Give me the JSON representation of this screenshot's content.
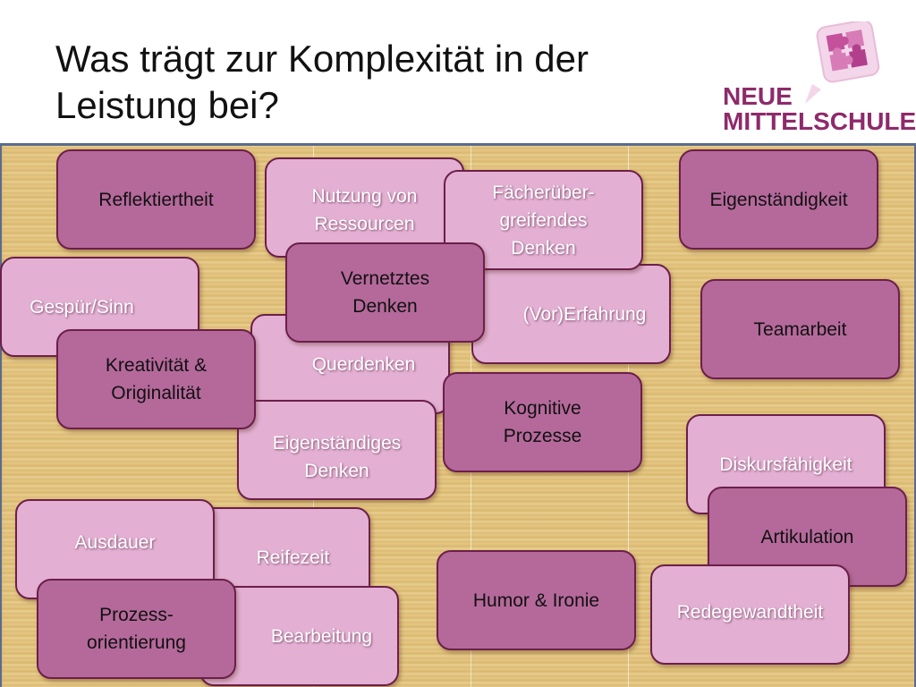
{
  "slide": {
    "title": "Was trägt zur Komplexität in der Leistung bei?",
    "logo": {
      "line1": "NEUE",
      "line2": "MITTELSCHULE"
    }
  },
  "cards": {
    "reflektiertheit": "Reflektiertheit",
    "nutzung": "Nutzung von\nRessourcen",
    "faecher": "Fächerüber-\ngreifendes\nDenken",
    "eigenstaendigkeit": "Eigenständigkeit",
    "gespuer": "Gespür/Sinn",
    "vernetztes": "Vernetztes\nDenken",
    "erfahrung": "(Vor)Erfahrung",
    "teamarbeit": "Teamarbeit",
    "kreativitaet": "Kreativität &\nOriginalität",
    "querdenken": "Querdenken",
    "kognitive": "Kognitive\nProzesse",
    "eigenDenken": "Eigenständiges\nDenken",
    "diskurs": "Diskursfähigkeit",
    "artikulation": "Artikulation",
    "ausdauer": "Ausdauer",
    "reifezeit": "Reifezeit",
    "humor": "Humor & Ironie",
    "prozess": "Prozess-\norientierung",
    "bearbeitung": "Bearbeitung",
    "redegewandtheit": "Redegewandtheit"
  }
}
